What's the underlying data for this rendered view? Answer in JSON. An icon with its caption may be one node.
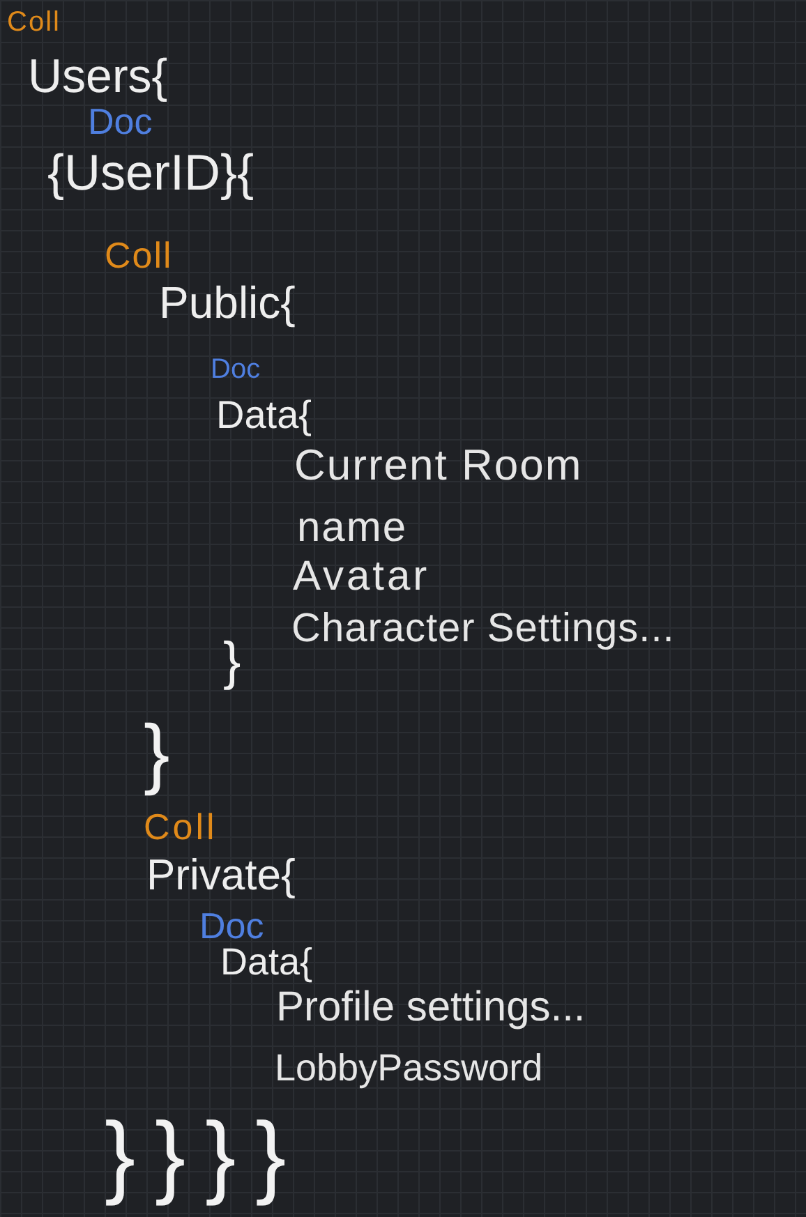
{
  "diagram": {
    "labels": [
      "Coll",
      "Users{",
      "Doc",
      "{UserID}{",
      "Coll",
      "Public{",
      "Doc",
      "Data{",
      "Current Room",
      "name",
      "Avatar",
      "Character Settings...",
      "}",
      "}",
      "Coll",
      "Private{",
      "Doc",
      "Data{",
      "Profile settings...",
      "LobbyPassword",
      "}}}}"
    ]
  }
}
